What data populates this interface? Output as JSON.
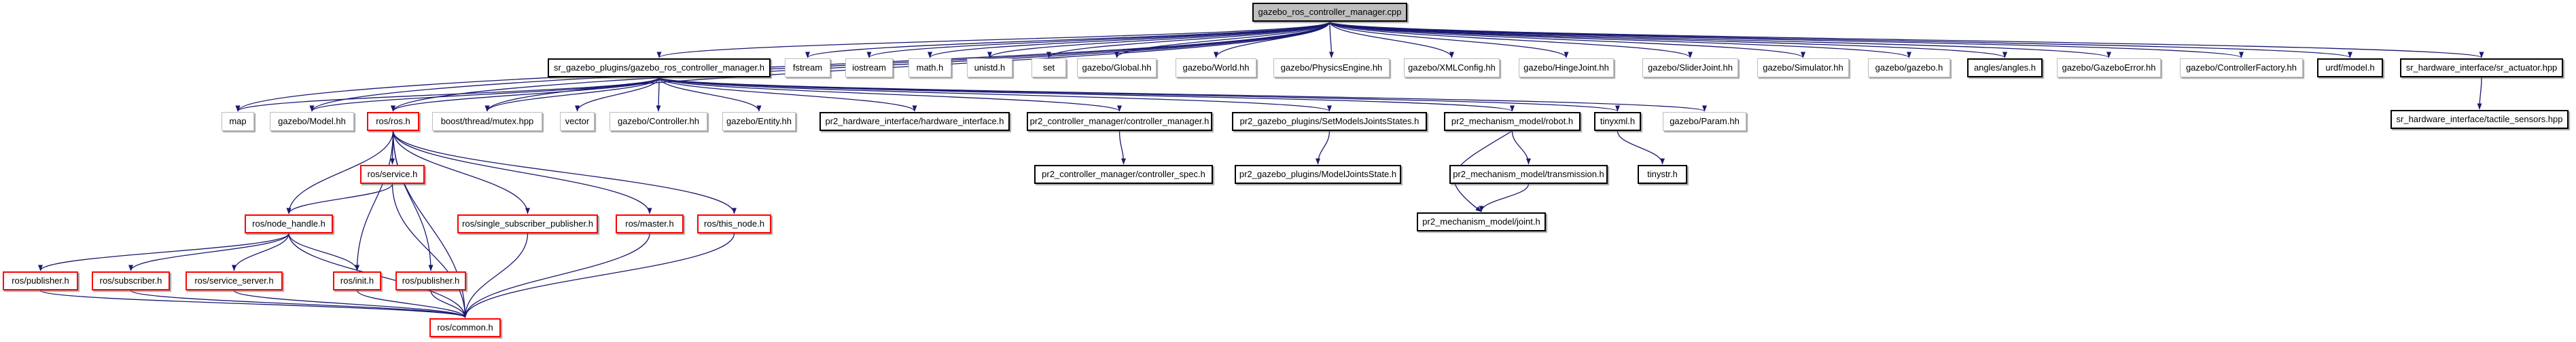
{
  "diagram": {
    "kind": "include-dependency-graph",
    "root_file": "gazebo_ros_controller_manager.cpp"
  },
  "colors": {
    "edge": "#191970",
    "root_fill": "#bfbfbf",
    "plain_border": "#bdbdbd",
    "linked_border": "#000000",
    "truncated_border": "#ff0000",
    "text": "#000000",
    "background": "#ffffff"
  },
  "nodes": [
    {
      "id": "n0",
      "label": "gazebo_ros_controller_manager.cpp",
      "type": "root"
    },
    {
      "id": "n1",
      "label": "sr_gazebo_plugins/gazebo_ros_controller_manager.h",
      "type": "linked"
    },
    {
      "id": "n2",
      "label": "fstream",
      "type": "plain"
    },
    {
      "id": "n3",
      "label": "iostream",
      "type": "plain"
    },
    {
      "id": "n4",
      "label": "math.h",
      "type": "plain"
    },
    {
      "id": "n5",
      "label": "unistd.h",
      "type": "plain"
    },
    {
      "id": "n6",
      "label": "set",
      "type": "plain"
    },
    {
      "id": "n7",
      "label": "gazebo/Global.hh",
      "type": "plain"
    },
    {
      "id": "n8",
      "label": "gazebo/World.hh",
      "type": "plain"
    },
    {
      "id": "n9",
      "label": "gazebo/PhysicsEngine.hh",
      "type": "plain"
    },
    {
      "id": "n10",
      "label": "gazebo/XMLConfig.hh",
      "type": "plain"
    },
    {
      "id": "n11",
      "label": "gazebo/HingeJoint.hh",
      "type": "plain"
    },
    {
      "id": "n12",
      "label": "gazebo/SliderJoint.hh",
      "type": "plain"
    },
    {
      "id": "n13",
      "label": "gazebo/Simulator.hh",
      "type": "plain"
    },
    {
      "id": "n14",
      "label": "gazebo/gazebo.h",
      "type": "plain"
    },
    {
      "id": "n15",
      "label": "angles/angles.h",
      "type": "linked"
    },
    {
      "id": "n16",
      "label": "gazebo/GazeboError.hh",
      "type": "plain"
    },
    {
      "id": "n17",
      "label": "gazebo/ControllerFactory.hh",
      "type": "plain"
    },
    {
      "id": "n18",
      "label": "urdf/model.h",
      "type": "linked"
    },
    {
      "id": "n19",
      "label": "sr_hardware_interface/sr_actuator.hpp",
      "type": "linked"
    },
    {
      "id": "n20",
      "label": "map",
      "type": "plain"
    },
    {
      "id": "n21",
      "label": "gazebo/Model.hh",
      "type": "plain"
    },
    {
      "id": "n22",
      "label": "ros/ros.h",
      "type": "truncated"
    },
    {
      "id": "n23",
      "label": "boost/thread/mutex.hpp",
      "type": "plain"
    },
    {
      "id": "n24",
      "label": "vector",
      "type": "plain"
    },
    {
      "id": "n25",
      "label": "gazebo/Controller.hh",
      "type": "plain"
    },
    {
      "id": "n26",
      "label": "gazebo/Entity.hh",
      "type": "plain"
    },
    {
      "id": "n27",
      "label": "pr2_hardware_interface/hardware_interface.h",
      "type": "linked"
    },
    {
      "id": "n28",
      "label": "pr2_controller_manager/controller_manager.h",
      "type": "linked"
    },
    {
      "id": "n29",
      "label": "pr2_gazebo_plugins/SetModelsJointsStates.h",
      "type": "linked"
    },
    {
      "id": "n30",
      "label": "pr2_mechanism_model/robot.h",
      "type": "linked"
    },
    {
      "id": "n31",
      "label": "tinyxml.h",
      "type": "linked"
    },
    {
      "id": "n32",
      "label": "gazebo/Param.hh",
      "type": "plain"
    },
    {
      "id": "n33",
      "label": "sr_hardware_interface/tactile_sensors.hpp",
      "type": "linked"
    },
    {
      "id": "n34",
      "label": "ros/service.h",
      "type": "truncated"
    },
    {
      "id": "n35",
      "label": "pr2_controller_manager/controller_spec.h",
      "type": "linked"
    },
    {
      "id": "n36",
      "label": "pr2_gazebo_plugins/ModelJointsState.h",
      "type": "linked"
    },
    {
      "id": "n37",
      "label": "pr2_mechanism_model/transmission.h",
      "type": "linked"
    },
    {
      "id": "n38",
      "label": "tinystr.h",
      "type": "linked"
    },
    {
      "id": "n39",
      "label": "ros/node_handle.h",
      "type": "truncated"
    },
    {
      "id": "n40",
      "label": "ros/single_subscriber_publisher.h",
      "type": "truncated"
    },
    {
      "id": "n41",
      "label": "ros/master.h",
      "type": "truncated"
    },
    {
      "id": "n42",
      "label": "ros/this_node.h",
      "type": "truncated"
    },
    {
      "id": "n43",
      "label": "pr2_mechanism_model/joint.h",
      "type": "linked"
    },
    {
      "id": "n44",
      "label": "ros/publisher.h",
      "type": "truncated"
    },
    {
      "id": "n45",
      "label": "ros/subscriber.h",
      "type": "truncated"
    },
    {
      "id": "n46",
      "label": "ros/service_server.h",
      "type": "truncated"
    },
    {
      "id": "n47",
      "label": "ros/init.h",
      "type": "truncated"
    },
    {
      "id": "n48",
      "label": "ros/publisher.h",
      "type": "truncated"
    },
    {
      "id": "n49",
      "label": "ros/common.h",
      "type": "truncated"
    }
  ],
  "edges": [
    {
      "from": "n0",
      "to": "n1"
    },
    {
      "from": "n0",
      "to": "n2"
    },
    {
      "from": "n0",
      "to": "n3"
    },
    {
      "from": "n0",
      "to": "n4"
    },
    {
      "from": "n0",
      "to": "n5"
    },
    {
      "from": "n0",
      "to": "n6"
    },
    {
      "from": "n0",
      "to": "n7"
    },
    {
      "from": "n0",
      "to": "n8"
    },
    {
      "from": "n0",
      "to": "n9"
    },
    {
      "from": "n0",
      "to": "n10"
    },
    {
      "from": "n0",
      "to": "n11"
    },
    {
      "from": "n0",
      "to": "n12"
    },
    {
      "from": "n0",
      "to": "n13"
    },
    {
      "from": "n0",
      "to": "n14"
    },
    {
      "from": "n0",
      "to": "n15"
    },
    {
      "from": "n0",
      "to": "n16"
    },
    {
      "from": "n0",
      "to": "n17"
    },
    {
      "from": "n0",
      "to": "n18"
    },
    {
      "from": "n0",
      "to": "n19"
    },
    {
      "from": "n0",
      "to": "n20"
    },
    {
      "from": "n0",
      "to": "n21"
    },
    {
      "from": "n0",
      "to": "n22"
    },
    {
      "from": "n0",
      "to": "n23"
    },
    {
      "from": "n1",
      "to": "n20"
    },
    {
      "from": "n1",
      "to": "n21"
    },
    {
      "from": "n1",
      "to": "n22"
    },
    {
      "from": "n1",
      "to": "n23"
    },
    {
      "from": "n1",
      "to": "n24"
    },
    {
      "from": "n1",
      "to": "n25"
    },
    {
      "from": "n1",
      "to": "n26"
    },
    {
      "from": "n1",
      "to": "n27"
    },
    {
      "from": "n1",
      "to": "n28"
    },
    {
      "from": "n1",
      "to": "n29"
    },
    {
      "from": "n1",
      "to": "n30"
    },
    {
      "from": "n1",
      "to": "n31"
    },
    {
      "from": "n1",
      "to": "n32"
    },
    {
      "from": "n19",
      "to": "n33"
    },
    {
      "from": "n22",
      "to": "n34"
    },
    {
      "from": "n22",
      "to": "n39"
    },
    {
      "from": "n22",
      "to": "n40"
    },
    {
      "from": "n22",
      "to": "n41"
    },
    {
      "from": "n22",
      "to": "n42"
    },
    {
      "from": "n22",
      "to": "n47"
    },
    {
      "from": "n22",
      "to": "n48"
    },
    {
      "from": "n22",
      "to": "n49"
    },
    {
      "from": "n34",
      "to": "n39"
    },
    {
      "from": "n34",
      "to": "n49"
    },
    {
      "from": "n39",
      "to": "n44"
    },
    {
      "from": "n39",
      "to": "n45"
    },
    {
      "from": "n39",
      "to": "n46"
    },
    {
      "from": "n39",
      "to": "n47"
    },
    {
      "from": "n39",
      "to": "n49"
    },
    {
      "from": "n40",
      "to": "n49"
    },
    {
      "from": "n41",
      "to": "n49"
    },
    {
      "from": "n42",
      "to": "n49"
    },
    {
      "from": "n28",
      "to": "n35"
    },
    {
      "from": "n29",
      "to": "n36"
    },
    {
      "from": "n30",
      "to": "n37"
    },
    {
      "from": "n30",
      "to": "n43",
      "curve": "left"
    },
    {
      "from": "n37",
      "to": "n43"
    },
    {
      "from": "n31",
      "to": "n38"
    },
    {
      "from": "n44",
      "to": "n49"
    },
    {
      "from": "n45",
      "to": "n49"
    },
    {
      "from": "n46",
      "to": "n49"
    },
    {
      "from": "n47",
      "to": "n49"
    },
    {
      "from": "n48",
      "to": "n49"
    }
  ]
}
